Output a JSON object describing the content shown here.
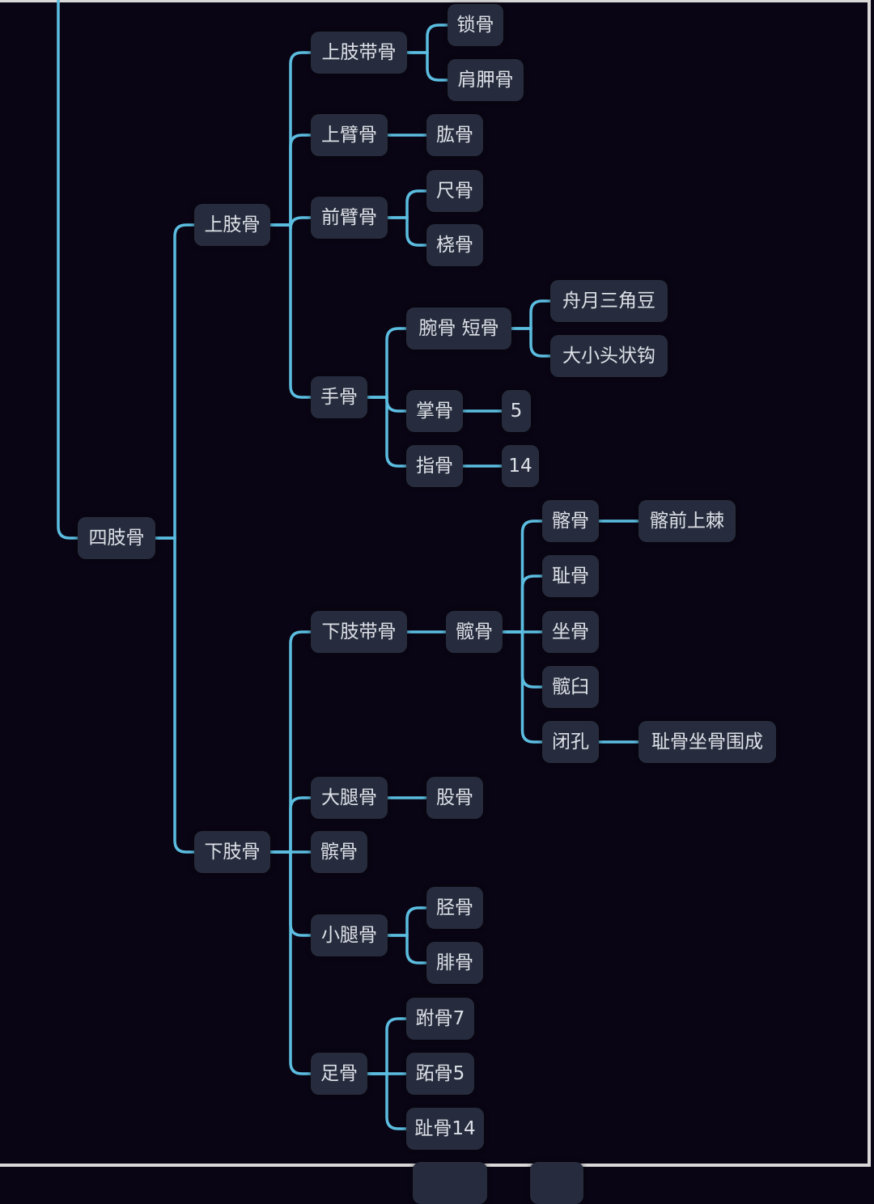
{
  "colors": {
    "background": "#0a0514",
    "node": "#262c3d",
    "line": "#5bbde0",
    "text": "#dde0e7"
  },
  "tree": {
    "id": "sizhi",
    "label": "四肢骨",
    "children": [
      {
        "id": "shangzhi",
        "label": "上肢骨",
        "children": [
          {
            "id": "shangzhidai",
            "label": "上肢带骨",
            "children": [
              {
                "id": "suo",
                "label": "锁骨"
              },
              {
                "id": "jianjia",
                "label": "肩胛骨"
              }
            ]
          },
          {
            "id": "shangbi",
            "label": "上臂骨",
            "children": [
              {
                "id": "gong",
                "label": "肱骨"
              }
            ]
          },
          {
            "id": "qianbi",
            "label": "前臂骨",
            "children": [
              {
                "id": "chi",
                "label": "尺骨"
              },
              {
                "id": "rao",
                "label": "桡骨"
              }
            ]
          },
          {
            "id": "shou",
            "label": "手骨",
            "children": [
              {
                "id": "wan",
                "label": "腕骨 短骨",
                "children": [
                  {
                    "id": "wan1",
                    "label": "舟月三角豆"
                  },
                  {
                    "id": "wan2",
                    "label": "大小头状钩"
                  }
                ]
              },
              {
                "id": "zhang",
                "label": "掌骨",
                "children": [
                  {
                    "id": "zhangn",
                    "label": "5"
                  }
                ]
              },
              {
                "id": "zhi",
                "label": "指骨",
                "children": [
                  {
                    "id": "zhin",
                    "label": "14"
                  }
                ]
              }
            ]
          }
        ]
      },
      {
        "id": "xiazhi",
        "label": "下肢骨",
        "children": [
          {
            "id": "xiazhidai",
            "label": "下肢带骨",
            "children": [
              {
                "id": "kuan",
                "label": "髋骨",
                "children": [
                  {
                    "id": "qia",
                    "label": "髂骨",
                    "children": [
                      {
                        "id": "qiaqian",
                        "label": "髂前上棘"
                      }
                    ]
                  },
                  {
                    "id": "chig",
                    "label": "耻骨"
                  },
                  {
                    "id": "zuo",
                    "label": "坐骨"
                  },
                  {
                    "id": "kuanjiu",
                    "label": "髋臼"
                  },
                  {
                    "id": "bikong",
                    "label": "闭孔",
                    "children": [
                      {
                        "id": "bikong2",
                        "label": "耻骨坐骨围成"
                      }
                    ]
                  }
                ]
              }
            ]
          },
          {
            "id": "datui",
            "label": "大腿骨",
            "children": [
              {
                "id": "gu",
                "label": "股骨"
              }
            ]
          },
          {
            "id": "bin",
            "label": "髌骨"
          },
          {
            "id": "xiaotui",
            "label": "小腿骨",
            "children": [
              {
                "id": "jing",
                "label": "胫骨"
              },
              {
                "id": "fei",
                "label": "腓骨"
              }
            ]
          },
          {
            "id": "zu",
            "label": "足骨",
            "children": [
              {
                "id": "fu",
                "label": "跗骨7"
              },
              {
                "id": "zhig",
                "label": "跖骨5"
              },
              {
                "id": "zhi14",
                "label": "趾骨14"
              }
            ]
          }
        ]
      }
    ]
  }
}
